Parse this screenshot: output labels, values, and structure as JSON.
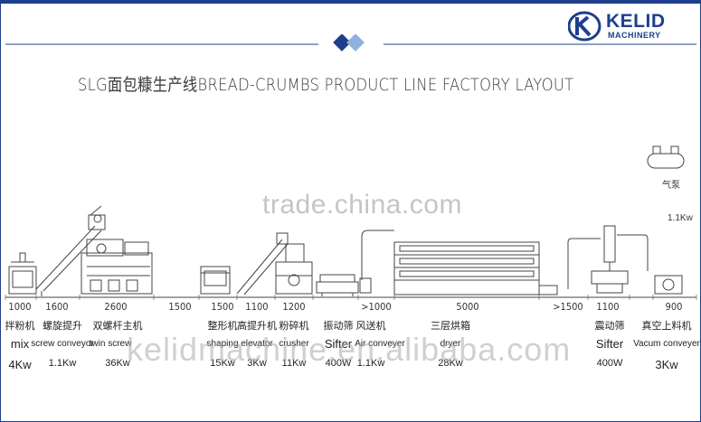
{
  "brand": {
    "name": "KELID",
    "sub": "MACHINERY",
    "primary_color": "#1e3f8c",
    "accent_color": "#8fb1e0"
  },
  "title": "SLG面包糠生产线BREAD-CRUMBS PRODUCT LINE FACTORY LAYOUT",
  "watermarks": {
    "trade": "trade.china.com",
    "site": "kelidmachine.en.alibaba.com"
  },
  "top_right_note": "气泵",
  "top_right_note_power": "1.1Kw",
  "dimensions": [
    "1000",
    "1600",
    "2600",
    "1500",
    "1500",
    "1100",
    "1200",
    ">1000",
    "5000",
    ">1500",
    "1100",
    "900"
  ],
  "machines": [
    {
      "cn": "拌粉机",
      "en": "mix",
      "power": "4Kw"
    },
    {
      "cn": "螺旋提升",
      "en": "screw conveyor",
      "power": "1.1Kw"
    },
    {
      "cn": "双螺杆主机",
      "en": "twin screw",
      "power": "36Kw"
    },
    {
      "cn": "整形机",
      "en": "shaping",
      "power": "15Kw"
    },
    {
      "cn": "高提升机",
      "en": "elevator",
      "power": "3Kw"
    },
    {
      "cn": "粉碎机",
      "en": "crusher",
      "power": "11Kw"
    },
    {
      "cn": "振动筛",
      "en": "Sifter",
      "power": "400W"
    },
    {
      "cn": "风送机",
      "en": "Air conveyer",
      "power": "1.1Kw"
    },
    {
      "cn": "三层烘箱",
      "en": "dryer",
      "power": "28Kw"
    },
    {
      "cn": "震动筛",
      "en": "Sifter",
      "power": "400W"
    },
    {
      "cn": "真空上料机",
      "en": "Vacum conveyer",
      "power": "3Kw"
    }
  ]
}
